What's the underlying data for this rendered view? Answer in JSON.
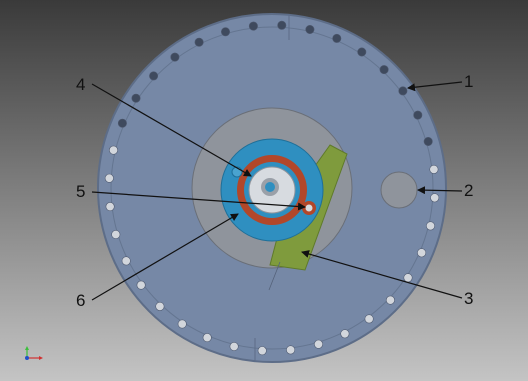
{
  "colors": {
    "background_top": "#3a3a3a",
    "background_bottom": "#c4c4c4",
    "plate": "#7688a6",
    "plate_edge": "#5d6d88",
    "bore": "#8f949c",
    "blue_ring": "#2f8fc0",
    "red_ring": "#b2472a",
    "green_part": "#7f9b3d",
    "bolt_hole": "#d2d6dc",
    "leader": "#111111"
  },
  "callouts": [
    {
      "id": "1",
      "label": "1",
      "target": "bolt-circle-hole"
    },
    {
      "id": "2",
      "label": "2",
      "target": "side-port-hole"
    },
    {
      "id": "3",
      "label": "3",
      "target": "green-bracket"
    },
    {
      "id": "4",
      "label": "4",
      "target": "red-seal-ring"
    },
    {
      "id": "5",
      "label": "5",
      "target": "small-red-ring"
    },
    {
      "id": "6",
      "label": "6",
      "target": "blue-ring"
    }
  ],
  "axis_triad": {
    "icon": "xyz-axis-triad-icon"
  }
}
